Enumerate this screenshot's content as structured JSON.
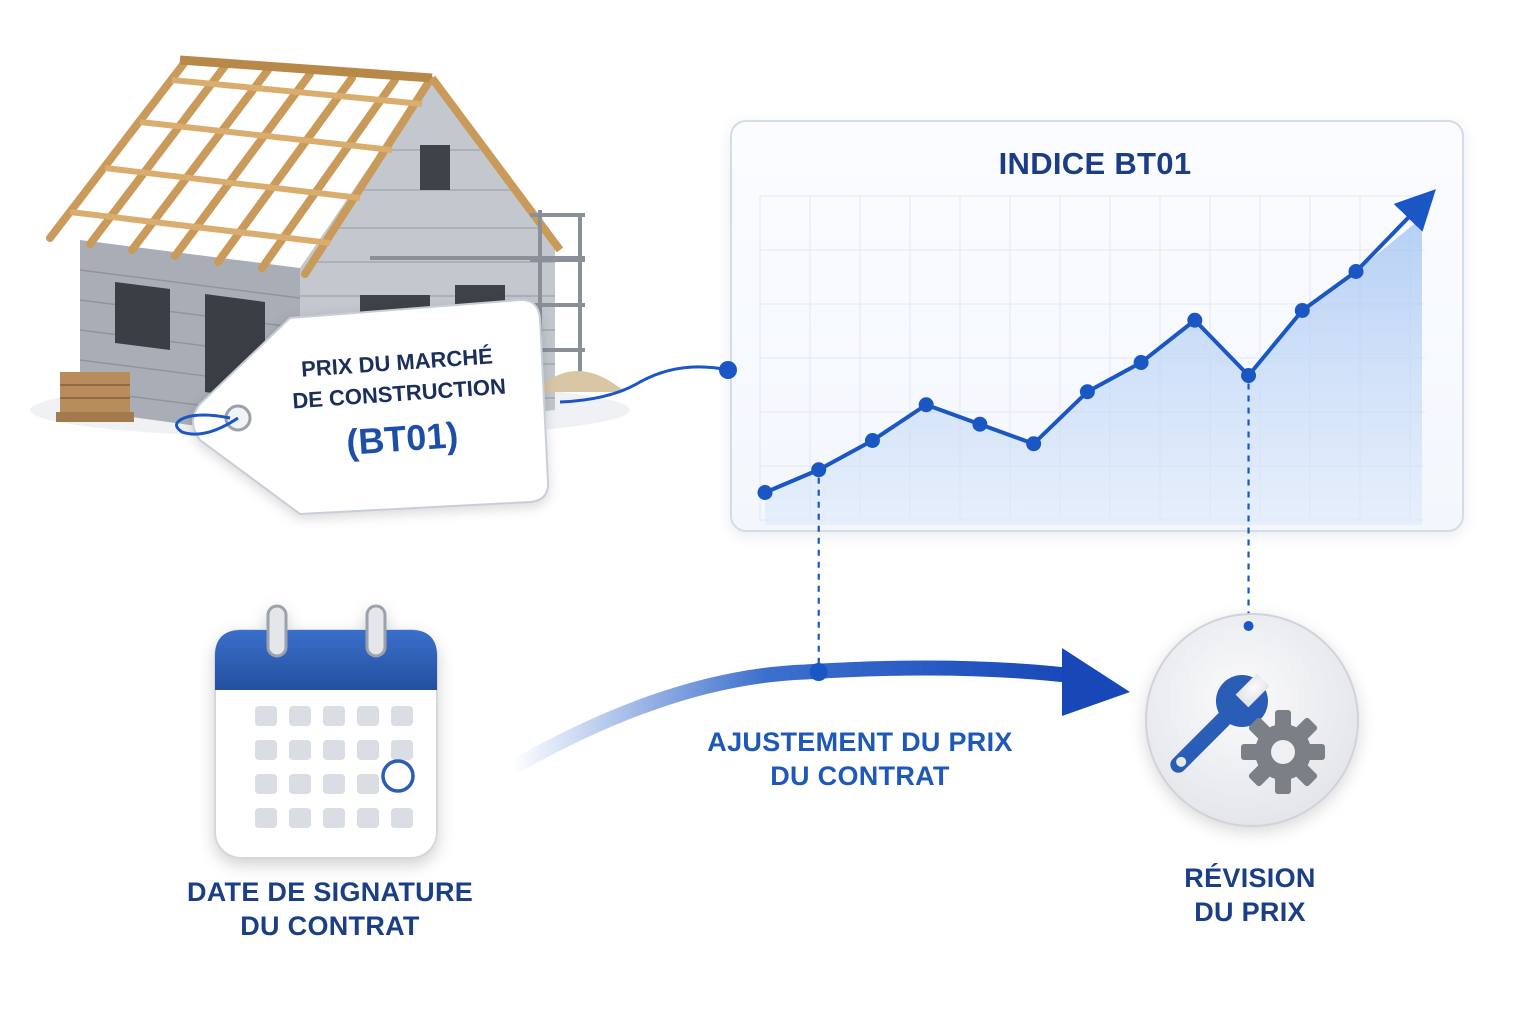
{
  "tag": {
    "line1": "PRIX DU MARCHÉ",
    "line2": "DE CONSTRUCTION",
    "line3": "(BT01)"
  },
  "chart_data": {
    "type": "line",
    "title": "INDICE BT01",
    "xlabel": "",
    "ylabel": "",
    "grid": true,
    "axis_ticks_shown": false,
    "series": [
      {
        "values": [
          10,
          17,
          26,
          37,
          31,
          25,
          41,
          50,
          63,
          46,
          66,
          78
        ],
        "fill": "area",
        "color": "#1a56c4",
        "ends_with_arrow": true
      }
    ],
    "ylim": [
      0,
      100
    ]
  },
  "labels": {
    "date": [
      "DATE DE SIGNATURE",
      "DU CONTRAT"
    ],
    "adjustment": [
      "AJUSTEMENT DU PRIX",
      "DU CONTRAT"
    ],
    "revision": [
      "RÉVISION",
      "DU PRIX"
    ]
  },
  "links": {
    "signature_point_index": 1,
    "revision_point_index": 9
  },
  "icons": {
    "house": "house-under-construction-icon",
    "calendar": "calendar-icon",
    "tools": "wrench-gear-icon"
  },
  "colors": {
    "accent": "#1a56c4",
    "text": "#1b3f86",
    "calendar_header": "#2a5db5",
    "tool_circle": "#eceef2"
  }
}
